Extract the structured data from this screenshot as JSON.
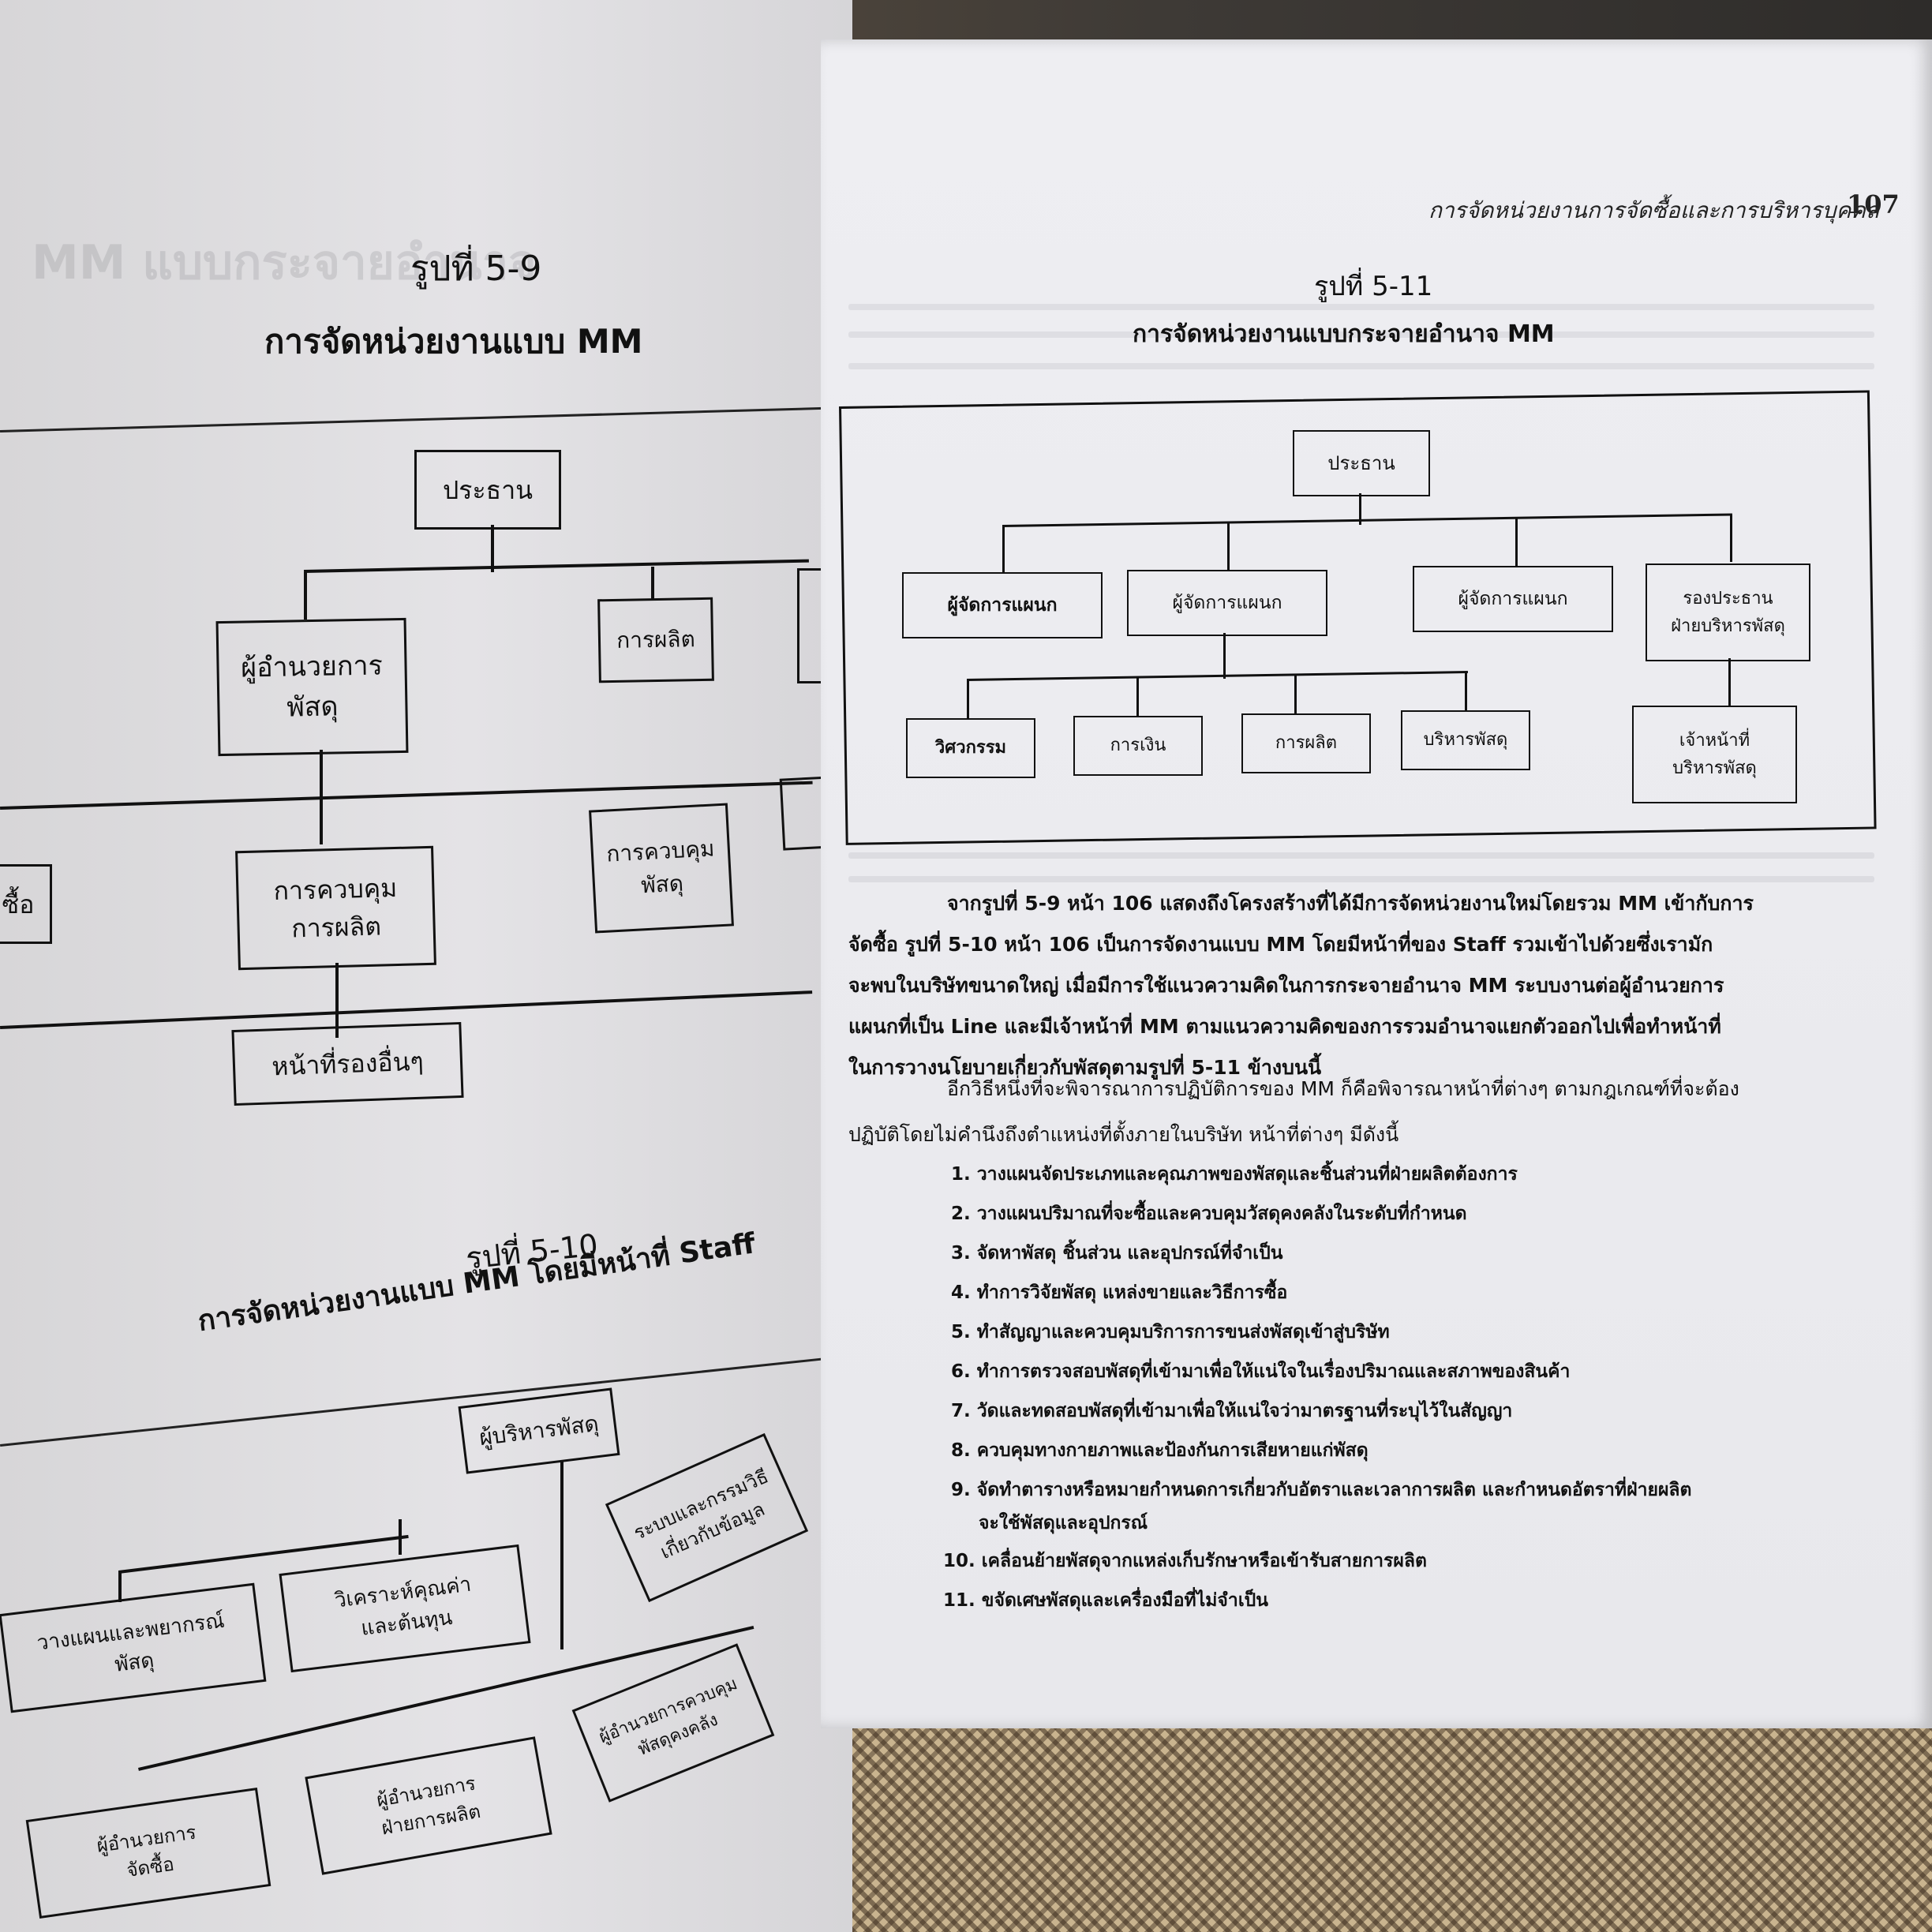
{
  "left_page": {
    "figure_5_9": {
      "caption": "รูปที่ 5-9",
      "title": "การจัดหน่วยงานแบบ MM",
      "boxes": {
        "president": "ประธาน",
        "materials_director": "ผู้อำนวยการ\nพัสดุ",
        "production": "การผลิต",
        "production_control": "การควบคุม\nการผลิต",
        "materials_control": "การควบคุม\nพัสดุ",
        "other_duties": "หน้าที่รองอื่นๆ",
        "purchasing_partial": "ซื้อ"
      }
    },
    "figure_5_10": {
      "caption": "รูปที่ 5-10",
      "title": "การจัดหน่วยงานแบบ MM โดยมีหน้าที่ Staff",
      "boxes": {
        "materials_manager": "ผู้บริหารพัสดุ",
        "planning_forecast": "วางแผนและพยากรณ์\nพัสดุ",
        "value_analysis": "วิเคราะห์คุณค่า\nและต้นทุน",
        "systems_procedures": "ระบบและกรรมวิธี\nเกี่ยวกับข้อมูล",
        "purchasing_director": "ผู้อำนวยการ\nจัดซื้อ",
        "production_director": "ผู้อำนวยการ\nฝ่ายการผลิต",
        "inventory_director": "ผู้อำนวยการควบคุม\nพัสดุคงคลัง"
      }
    },
    "faint_text": "MM แบบกระจายอำนาจ"
  },
  "right_page": {
    "header": "การจัดหน่วยงานการจัดซื้อและการบริหารบุคคล",
    "page_number": "107",
    "figure_5_11": {
      "caption": "รูปที่ 5-11",
      "title": "การจัดหน่วยงานแบบกระจายอำนาจ MM",
      "boxes": {
        "president": "ประธาน",
        "dept_manager_1": "ผู้จัดการแผนก",
        "dept_manager_2": "ผู้จัดการแผนก",
        "dept_manager_3": "ผู้จัดการแผนก",
        "vp_materials": "รองประธาน\nฝ่ายบริหารพัสดุ",
        "engineering": "วิศวกรรม",
        "finance": "การเงิน",
        "production": "การผลิต",
        "materials_admin": "บริหารพัสดุ",
        "materials_officer": "เจ้าหน้าที่\nบริหารพัสดุ"
      }
    },
    "paragraph1": [
      "จากรูปที่ 5-9 หน้า 106 แสดงถึงโครงสร้างที่ได้มีการจัดหน่วยงานใหม่โดยรวม MM เข้ากับการ",
      "จัดซื้อ รูปที่ 5-10 หน้า 106 เป็นการจัดงานแบบ MM โดยมีหน้าที่ของ Staff รวมเข้าไปด้วยซึ่งเรามัก",
      "จะพบในบริษัทขนาดใหญ่ เมื่อมีการใช้แนวความคิดในการกระจายอำนาจ MM ระบบงานต่อผู้อำนวยการ",
      "แผนกที่เป็น Line และมีเจ้าหน้าที่ MM ตามแนวความคิดของการรวมอำนาจแยกตัวออกไปเพื่อทำหน้าที่",
      "ในการวางนโยบายเกี่ยวกับพัสดุตามรูปที่ 5-11 ข้างบนนี้"
    ],
    "paragraph2": [
      "อีกวิธีหนึ่งที่จะพิจารณาการปฏิบัติการของ MM ก็คือพิจารณาหน้าที่ต่างๆ ตามกฎเกณฑ์ที่จะต้อง",
      "ปฏิบัติโดยไม่คำนึงถึงตำแหน่งที่ตั้งภายในบริษัท หน้าที่ต่างๆ มีดังนี้"
    ],
    "list": [
      "1. วางแผนจัดประเภทและคุณภาพของพัสดุและชิ้นส่วนที่ฝ่ายผลิตต้องการ",
      "2. วางแผนปริมาณที่จะซื้อและควบคุมวัสดุคงคลังในระดับที่กำหนด",
      "3. จัดหาพัสดุ ชิ้นส่วน และอุปกรณ์ที่จำเป็น",
      "4. ทำการวิจัยพัสดุ แหล่งขายและวิธีการซื้อ",
      "5. ทำสัญญาและควบคุมบริการการขนส่งพัสดุเข้าสู่บริษัท",
      "6. ทำการตรวจสอบพัสดุที่เข้ามาเพื่อให้แน่ใจในเรื่องปริมาณและสภาพของสินค้า",
      "7. วัดและทดสอบพัสดุที่เข้ามาเพื่อให้แน่ใจว่ามาตรฐานที่ระบุไว้ในสัญญา",
      "8. ควบคุมทางกายภาพและป้องกันการเสียหายแก่พัสดุ",
      "9. จัดทำตารางหรือหมายกำหนดการเกี่ยวกับอัตราและเวลาการผลิต และกำหนดอัตราที่ฝ่ายผลิต",
      "จะใช้พัสดุและอุปกรณ์",
      "10. เคลื่อนย้ายพัสดุจากแหล่งเก็บรักษาหรือเข้ารับสายการผลิต",
      "11. ขจัดเศษพัสดุและเครื่องมือที่ไม่จำเป็น"
    ]
  }
}
